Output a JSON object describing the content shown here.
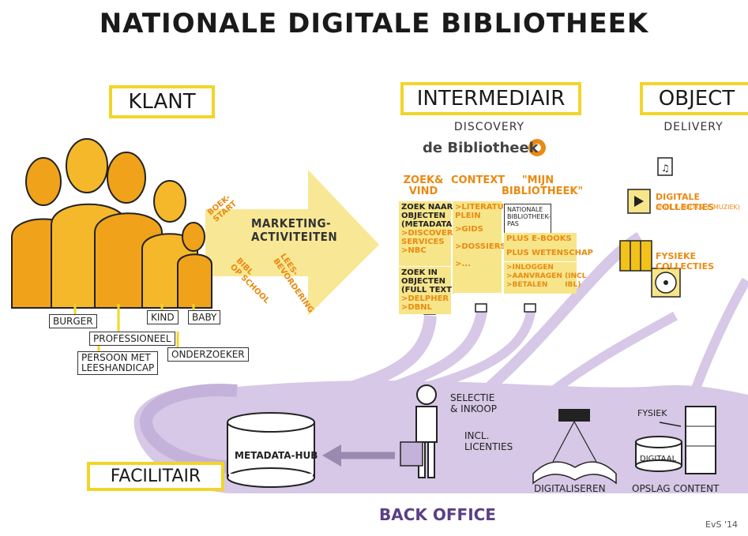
{
  "title": "NATIONALE DIGITALE BIBLIOTHEEK",
  "sections": {
    "klant": "KLANT",
    "intermediair": "INTERMEDIAIR",
    "intermediair_sub": "DISCOVERY",
    "object": "OBJECT",
    "object_sub": "DELIVERY",
    "facilitair": "FACILITAIR",
    "back_office": "BACK OFFICE"
  },
  "klant": {
    "arrow_label": "MARKETING-\nACTIVITEITEN",
    "arrow_tags": [
      "BOEK-\nSTART",
      "BIBL\nOP SCHOOL",
      "LEES-\nBEVORDERING"
    ],
    "people": [
      "BURGER",
      "PROFESSIONEEL",
      "KIND",
      "BABY",
      "PERSOON MET\nLEESHANDICAP",
      "ONDERZOEKER"
    ]
  },
  "intermediair": {
    "brand": "de Bibliotheek",
    "columns": [
      {
        "head": "ZOEK&\nVIND",
        "cards": [
          {
            "main": "ZOEK NAAR\nOBJECTEN\n(METADATA)",
            "sub": ">DISCOVERY\nSERVICES\n>NBC"
          },
          {
            "main": "ZOEK IN\nOBJECTEN\n(FULL TEXT)",
            "sub": ">DELPHER\n>DBNL"
          }
        ]
      },
      {
        "head": "CONTEXT",
        "cards": [
          {
            "main": "",
            "sub": ">LITERATUUR-\nPLEIN"
          },
          {
            "main": "",
            "sub": ">GIDS"
          },
          {
            "main": "",
            "sub": ">DOSSIERS"
          },
          {
            "main": "",
            "sub": ">..."
          }
        ]
      },
      {
        "head": "\"MIJN\nBIBLIOTHEEK\"",
        "cards": [
          {
            "main": "NATIONALE\nBIBLIOTHEEK-\nPAS",
            "sub": ""
          },
          {
            "main": "",
            "sub": "PLUS E-BOOKS"
          },
          {
            "main": "",
            "sub": "PLUS WETENSCHAP"
          },
          {
            "main": "",
            "sub": ">INLOGGEN\n>AANVRAGEN (INCL\n>BETALEN       IBL)"
          }
        ]
      }
    ]
  },
  "object": {
    "digitale": "DIGITALE COLLECTIES",
    "digitale_sub": "(INCL E-BOOKS, E-MUZIEK)",
    "fysieke": "FYSIEKE COLLECTIES"
  },
  "back_office": {
    "selectie": "SELECTIE\n& INKOOP",
    "licenties": "INCL.\nLICENTIES",
    "metadata_hub": "METADATA-HUB",
    "digitaliseren": "DIGITALISEREN",
    "fysiek": "FYSIEK",
    "digitaal": "DIGITAAL",
    "opslag": "OPSLAG CONTENT"
  },
  "signature": "EvS '14",
  "colors": {
    "yellow_box": "#f2d52a",
    "orange": "#e98a12",
    "purple": "#cdbde0",
    "purple_dark": "#5a3f86",
    "people": "#f2a81e"
  }
}
